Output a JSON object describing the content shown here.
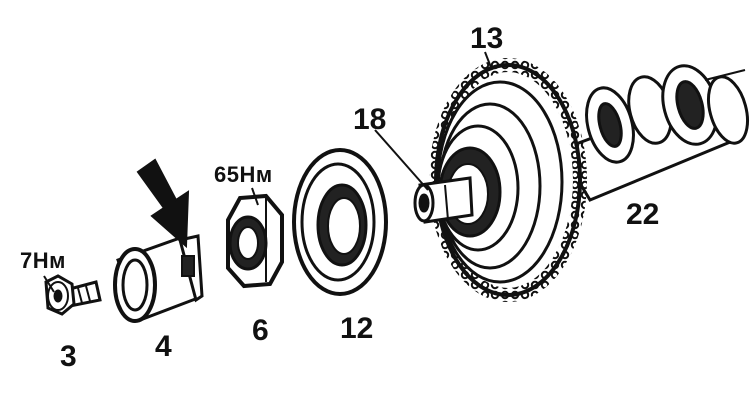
{
  "parts": [
    {
      "id": "3",
      "label": "3",
      "torque": "7Нм"
    },
    {
      "id": "4",
      "label": "4"
    },
    {
      "id": "6",
      "label": "6",
      "torque": "65Нм"
    },
    {
      "id": "12",
      "label": "12"
    },
    {
      "id": "13",
      "label": "13"
    },
    {
      "id": "18",
      "label": "18"
    },
    {
      "id": "22",
      "label": "22"
    }
  ],
  "colors": {
    "ink": "#111111",
    "paper": "#ffffff"
  },
  "icons": {
    "arrow": "down-right-arrow-icon"
  }
}
